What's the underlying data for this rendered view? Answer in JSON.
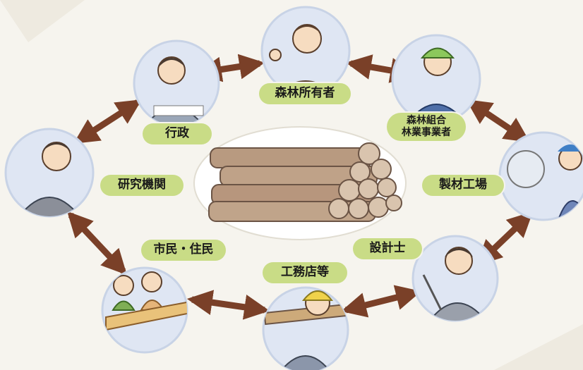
{
  "labels": {
    "forest_owner": "森林所有者",
    "administration": "行政",
    "cooperative_line1": "森林組合",
    "cooperative_line2": "林業事業者",
    "research": "研究機関",
    "sawmill": "製材工場",
    "citizens": "市民・住民",
    "designer": "設計士",
    "builder": "工務店等"
  },
  "colors": {
    "background": "#f6f4ee",
    "node_fill": "#dfe6f3",
    "node_stroke": "#c8d3e6",
    "arrow": "#7a4028",
    "label": "#c9dc86",
    "log": "#b89a80"
  }
}
